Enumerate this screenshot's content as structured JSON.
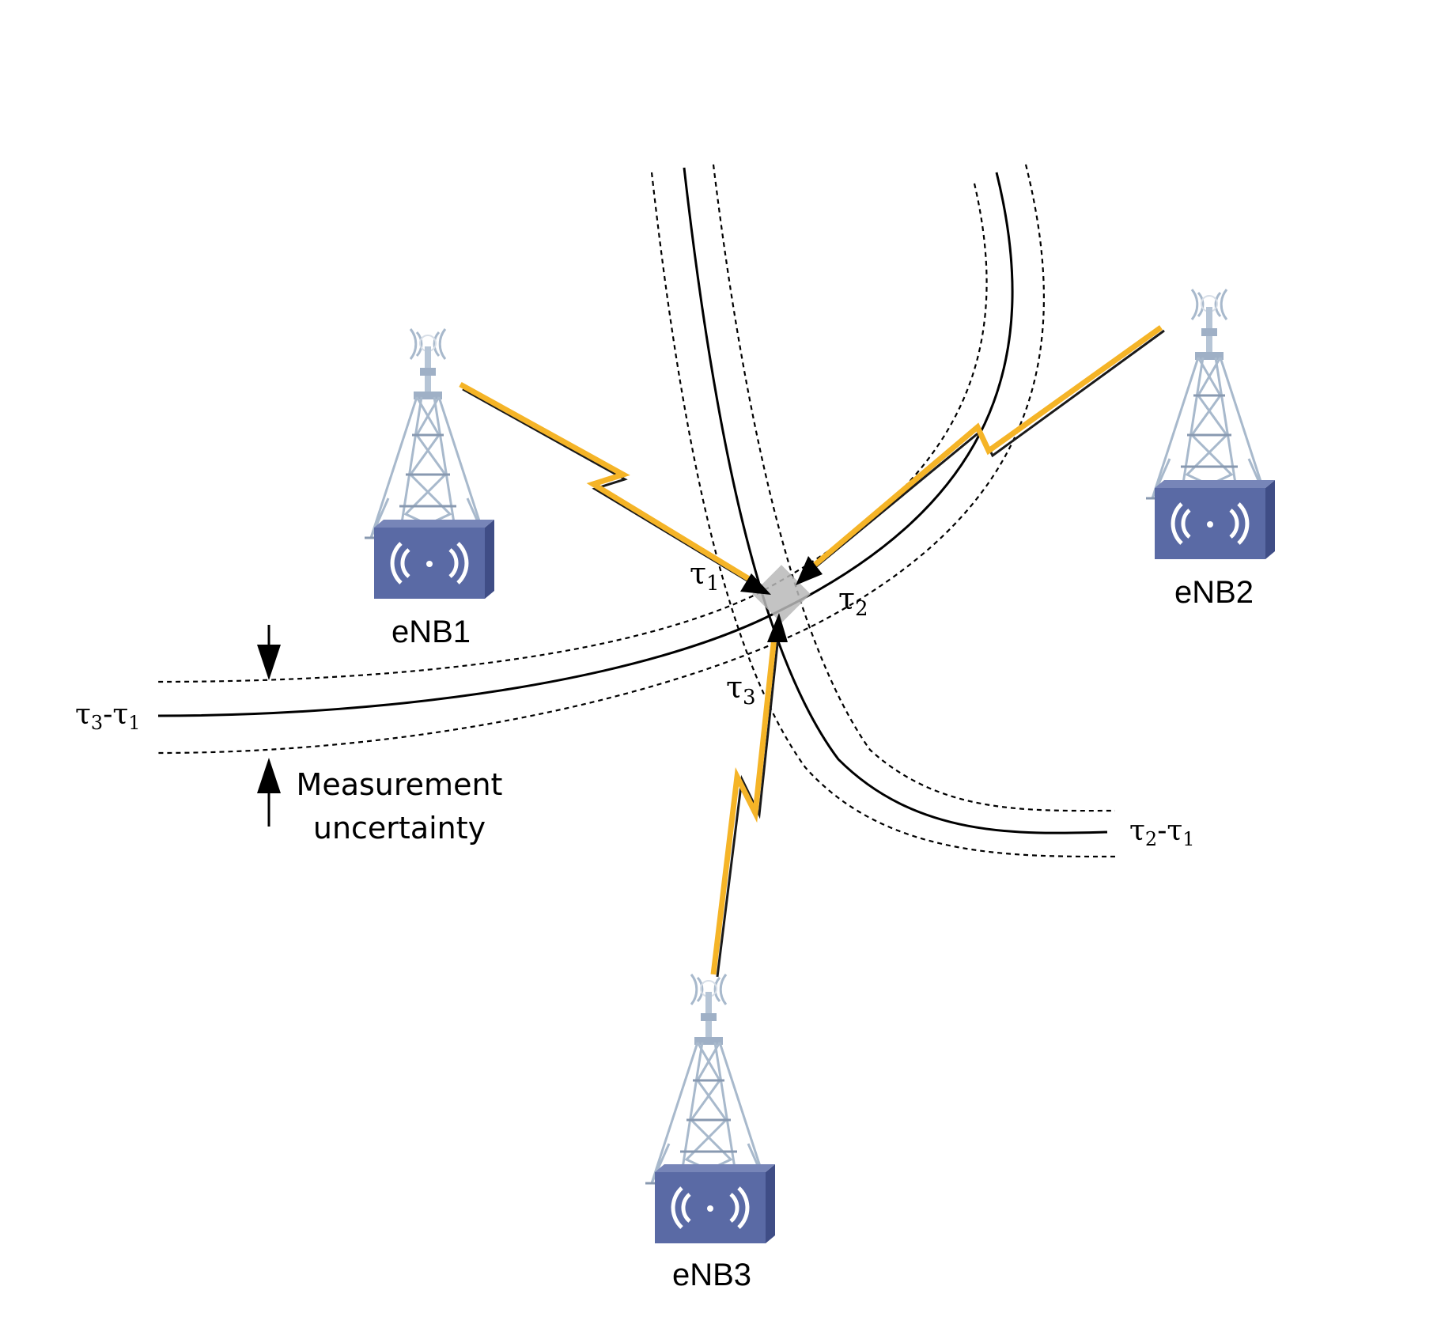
{
  "diagram": {
    "stations": [
      {
        "id": "enb1",
        "label": "eNB1"
      },
      {
        "id": "enb2",
        "label": "eNB2"
      },
      {
        "id": "enb3",
        "label": "eNB3"
      }
    ],
    "delays": {
      "t1": {
        "sym": "τ",
        "sub": "1"
      },
      "t2": {
        "sym": "τ",
        "sub": "2"
      },
      "t3": {
        "sym": "τ",
        "sub": "3"
      }
    },
    "hyperbolas": {
      "h31": {
        "a": "τ",
        "a_sub": "3",
        "dash": "-",
        "b": "τ",
        "b_sub": "1"
      },
      "h21": {
        "a": "τ",
        "a_sub": "2",
        "dash": "-",
        "b": "τ",
        "b_sub": "1"
      }
    },
    "uncertainty": {
      "line1": "Measurement",
      "line2": "uncertainty"
    },
    "colors": {
      "signal": "#F5B427",
      "station_box": "#5A6AA5",
      "tower": "#A8B9CC",
      "ue_region": "#B9B9B9"
    },
    "icons": [
      "cell-tower-icon",
      "radio-wave-icon",
      "lightning-bolt-icon",
      "arrow-icon"
    ]
  }
}
